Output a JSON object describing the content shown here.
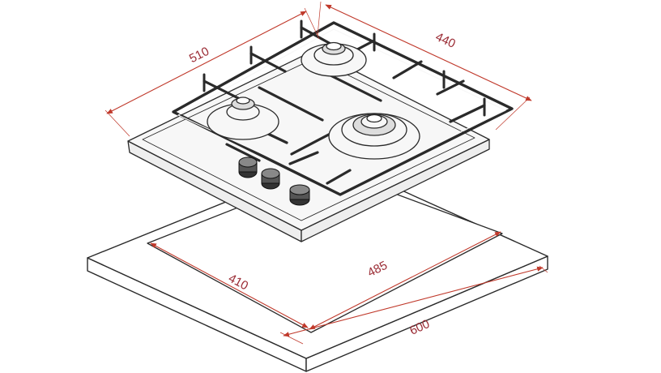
{
  "diagram": {
    "dimensions": {
      "hob_width": "510",
      "hob_depth": "440",
      "cutout_depth": "410",
      "cutout_width": "485",
      "counter_width": "600"
    },
    "colors": {
      "line": "#2a2a2a",
      "dimension": "#c0392b",
      "dimension_text": "#9a2a33",
      "hob_fill": "#f7f7f7",
      "counter_fill": "#ffffff"
    }
  }
}
